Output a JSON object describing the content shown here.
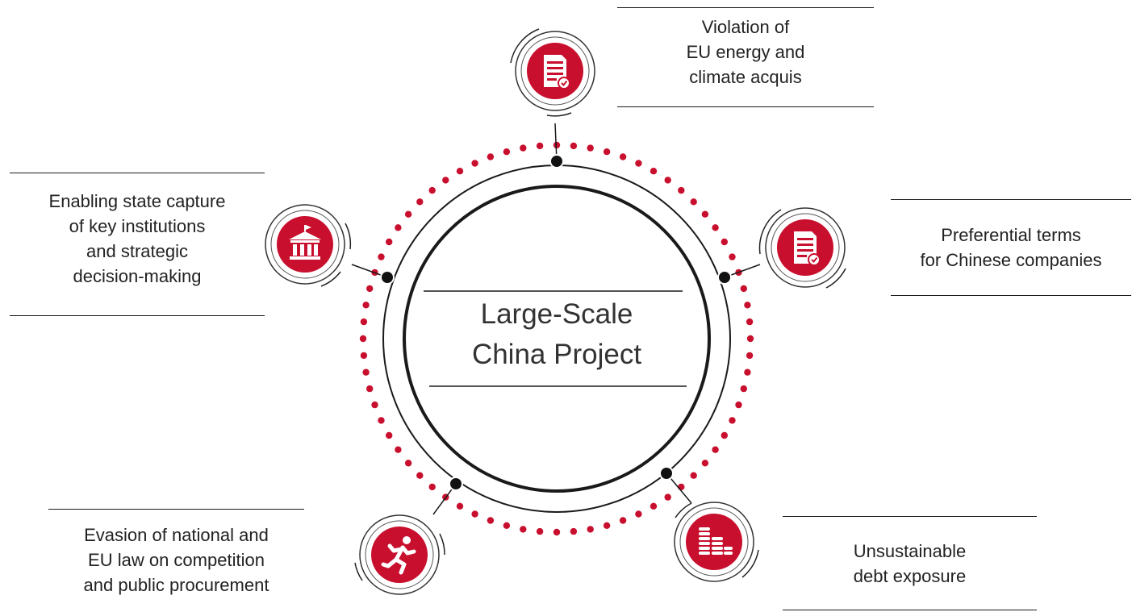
{
  "center": {
    "title": "Large-Scale\nChina Project"
  },
  "nodes": [
    {
      "id": "top",
      "label": "Violation of\nEU energy and\nclimate acquis",
      "icon": "document-check-icon"
    },
    {
      "id": "right",
      "label": "Preferential terms\nfor Chinese companies",
      "icon": "document-check-icon"
    },
    {
      "id": "bottom-right",
      "label": "Unsustainable\ndebt exposure",
      "icon": "coin-stacks-icon"
    },
    {
      "id": "bottom-left",
      "label": "Evasion of national and\nEU law on competition\nand public procurement",
      "icon": "running-person-icon"
    },
    {
      "id": "left",
      "label": "Enabling state capture\nof key institutions\nand strategic\ndecision-making",
      "icon": "government-building-icon"
    }
  ],
  "colors": {
    "accent": "#c8102e",
    "line": "#1a1a1a",
    "text": "#222222"
  }
}
